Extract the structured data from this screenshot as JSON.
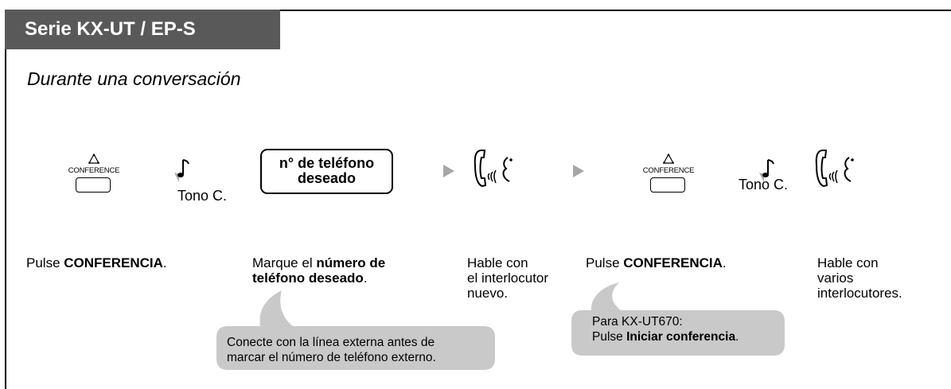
{
  "header": {
    "title": "Serie KX-UT / EP-S"
  },
  "subtitle": "Durante una conversación",
  "icons": {
    "conference_key_label": "CONFERENCE",
    "tone_label": "Tono C.",
    "number_box_line1": "n° de teléfono",
    "number_box_line2": "deseado"
  },
  "steps": [
    {
      "prefix": "Pulse ",
      "bold": "CONFERENCIA",
      "suffix": "."
    },
    {
      "prefix": "Marque el ",
      "bold": "número de teléfono deseado",
      "suffix": "."
    },
    {
      "line1": "Hable con",
      "line2": "el interlocutor",
      "line3": "nuevo."
    },
    {
      "prefix": "Pulse ",
      "bold": "CONFERENCIA",
      "suffix": "."
    },
    {
      "line1": "Hable con",
      "line2": "varios",
      "line3": "interlocutores."
    }
  ],
  "notes": {
    "external_line_1": "Conecte con la línea externa antes de",
    "external_line_2": "marcar el número de teléfono externo.",
    "ut670_line1": "Para KX-UT670:",
    "ut670_prefix": "Pulse ",
    "ut670_bold": "Iniciar conferencia",
    "ut670_suffix": "."
  }
}
